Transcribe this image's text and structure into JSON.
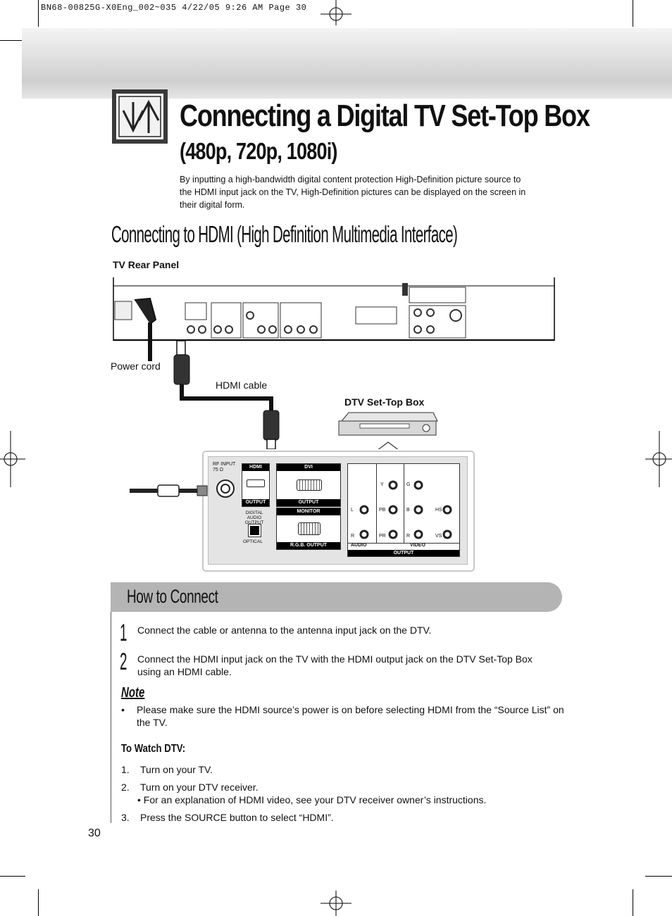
{
  "print_slug": "BN68-00825G-X0Eng_002~035   4/22/05   9:26 AM   Page 30",
  "title": "Connecting a Digital TV Set-Top Box",
  "subtitle": "(480p, 720p, 1080i)",
  "intro": "By inputting a high-bandwidth digital content protection High-Definition picture source to the HDMI input jack on the TV, High-Definition pictures can be displayed on the screen in their digital form.",
  "section_heading": "Connecting to HDMI (High Definition Multimedia Interface)",
  "diagram": {
    "tv_rear_panel_label": "TV Rear Panel",
    "power_cord_label": "Power cord",
    "hdmi_cable_label": "HDMI cable",
    "stb_label": "DTV Set-Top Box",
    "stb_panel": {
      "rf_input": "RF INPUT",
      "rf_ohm": "75 Ω",
      "hdmi": "HDMI",
      "hdmi_output": "OUTPUT",
      "dvi": "DVI",
      "dvi_output": "OUTPUT",
      "digital_audio_output": "DIGITAL AUDIO OUTPUT",
      "optical": "OPTICAL",
      "monitor": "MONITOR",
      "rgb_output": "R.G.B. OUTPUT",
      "y": "Y",
      "g": "G",
      "l": "L",
      "pb": "PB",
      "b": "B",
      "hs": "HS",
      "r_audio": "R",
      "pr": "PR",
      "r": "R",
      "vs": "VS",
      "audio": "AUDIO",
      "video": "VIDEO",
      "output": "OUTPUT"
    }
  },
  "how_to_connect": {
    "heading": "How to Connect",
    "steps": [
      {
        "num": "1",
        "text": "Connect the cable or antenna to the antenna input jack on the DTV."
      },
      {
        "num": "2",
        "text": "Connect the HDMI input jack on the TV with the HDMI output jack on the DTV Set-Top Box using an HDMI cable."
      }
    ],
    "note_heading": "Note",
    "note_text": "Please make sure the HDMI source’s power is on before selecting HDMI from the “Source List” on the TV.",
    "watch_heading": "To Watch DTV:",
    "watch_items": [
      {
        "num": "1.",
        "text": "Turn on your TV."
      },
      {
        "num": "2.",
        "text": "Turn on your DTV receiver.",
        "sub": "• For an explanation of HDMI video, see your DTV receiver owner’s instructions."
      },
      {
        "num": "3.",
        "text": "Press the SOURCE button to select “HDMI”."
      }
    ]
  },
  "page_number": "30"
}
